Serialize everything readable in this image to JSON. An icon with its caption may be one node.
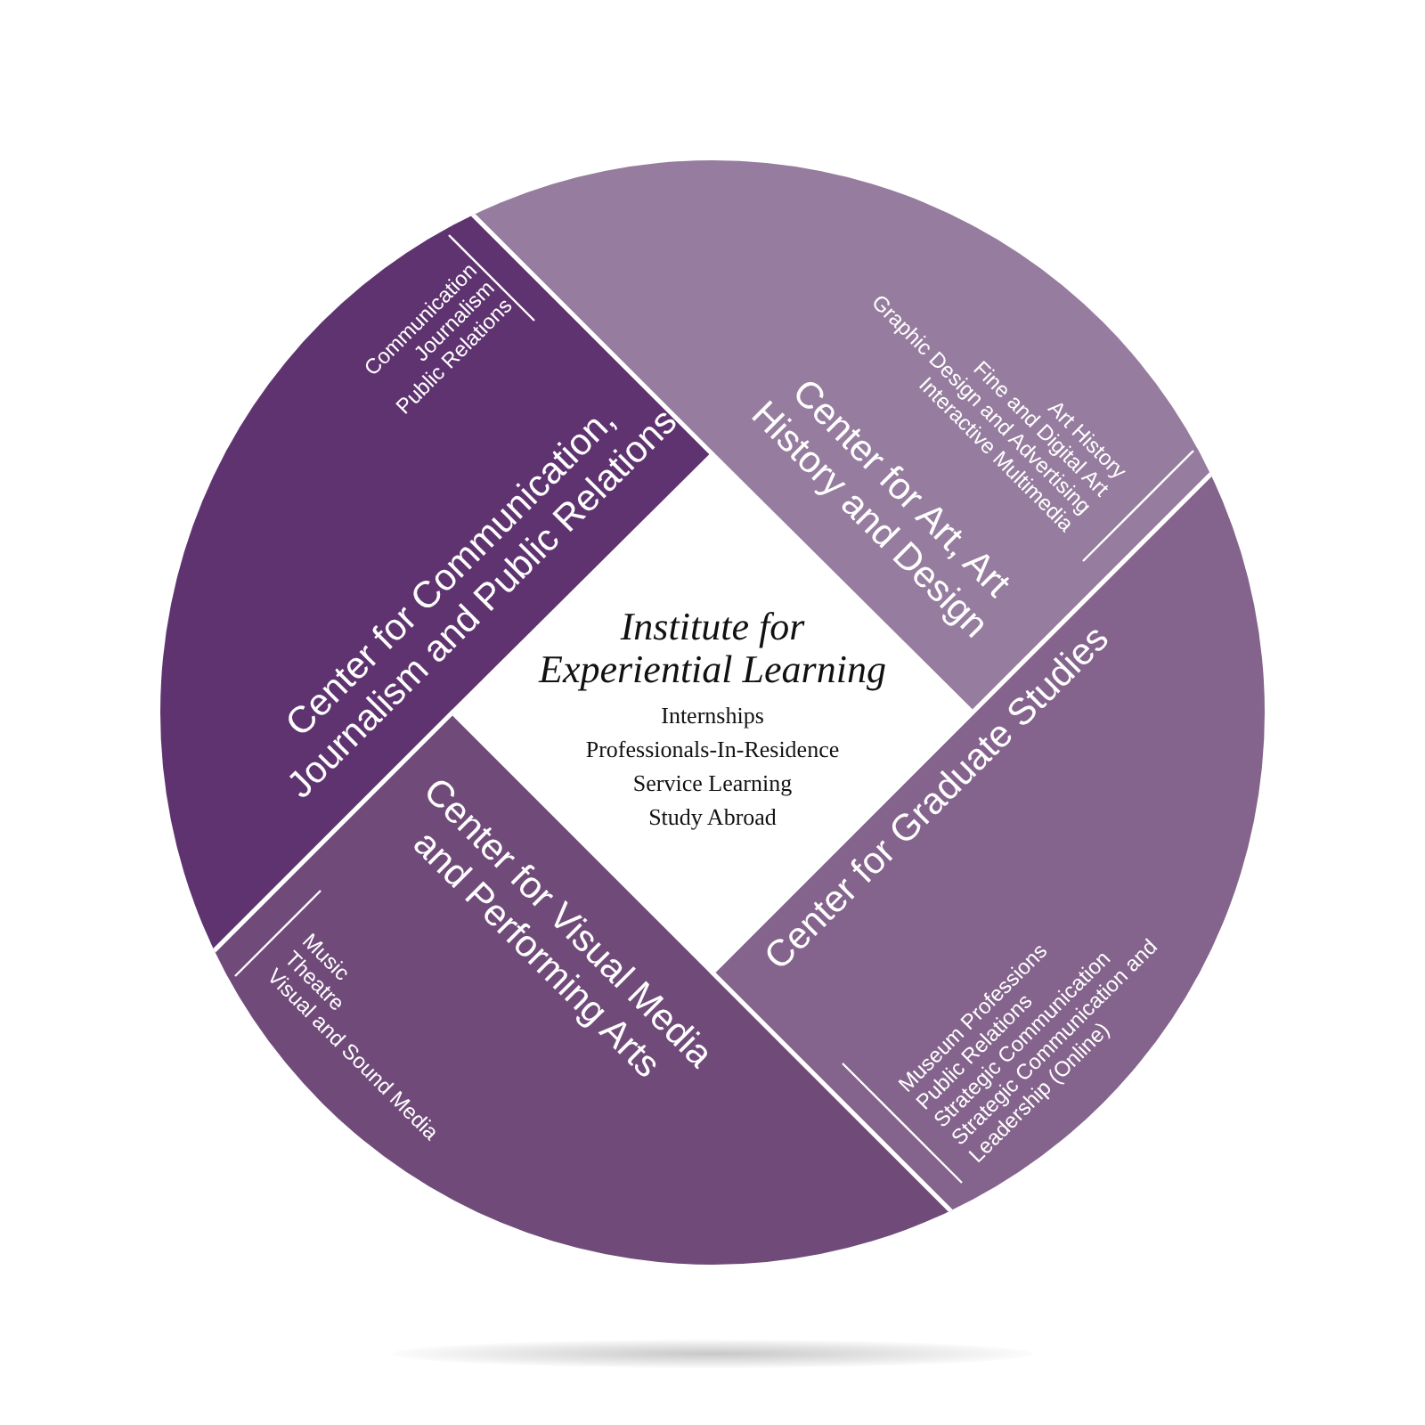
{
  "diagram": {
    "nodes": [
      {
        "text": [
          "Center for Communication, Journalism and Public Relations",
          "Communication",
          "Journalism",
          "Public Relations"
        ]
      },
      {
        "text": [
          "Center for Art, Art History and Design",
          "Art History",
          "Fine and Digital Art",
          "Graphic Design and Advertising",
          "Interactive Multimedia"
        ]
      },
      {
        "text": [
          "Institute for Experiential Learning",
          "Internships",
          "Professionals-In-Residence",
          "Service Learning",
          "Study Abroad"
        ]
      },
      {
        "text": [
          "Center for Visual Media and Performing Arts",
          "Music",
          "Theatre",
          "Visual and Sound Media"
        ]
      },
      {
        "text": [
          "Center for Graduate Studies",
          "Museum Professions",
          "Public Relations",
          "Strategic Communication",
          "Strategic Communication and Leadership (Online)"
        ]
      }
    ],
    "edges": []
  }
}
